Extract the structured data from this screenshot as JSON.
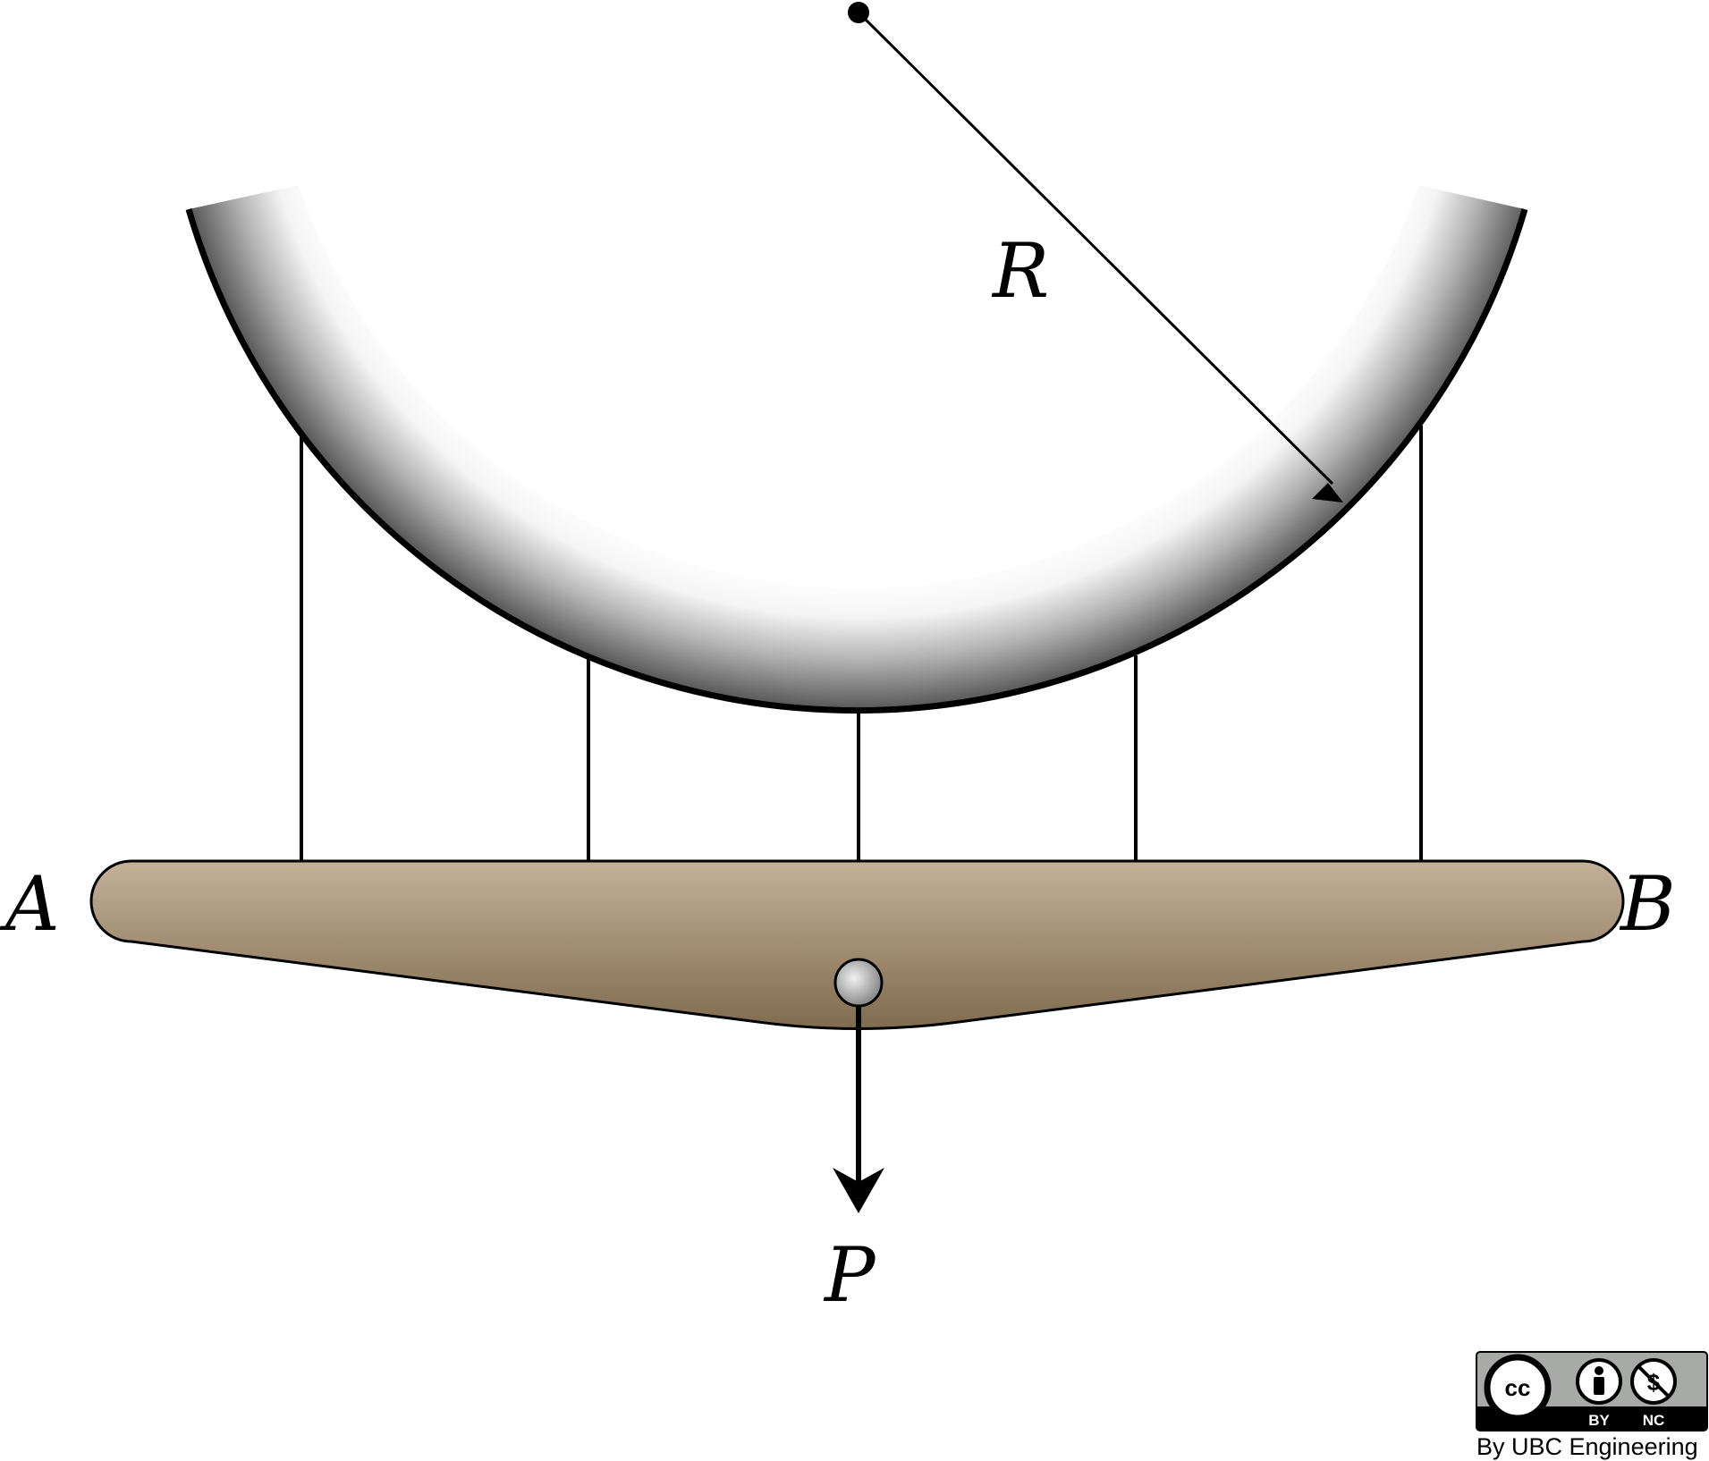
{
  "labels": {
    "radius": "R",
    "end_a": "A",
    "end_b": "B",
    "load": "P"
  },
  "license": {
    "cc": "cc",
    "by": "BY",
    "nc": "NC",
    "credit": "By UBC Engineering"
  },
  "colors": {
    "beam_top": "#c3b19a",
    "beam_bottom": "#7e6a4c",
    "ring_dark": "#6e6e6e",
    "ring_light": "#ffffff",
    "license_bg": "#a7aaa7"
  }
}
